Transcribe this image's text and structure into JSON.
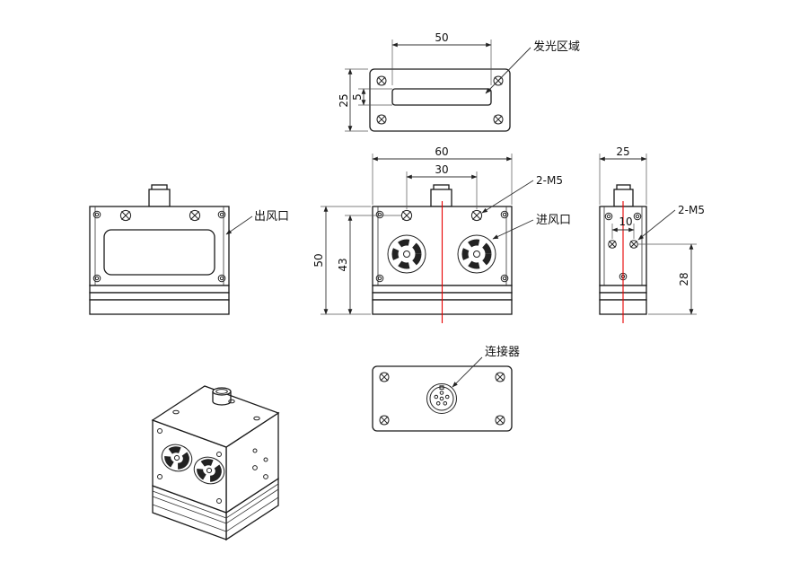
{
  "drawing": {
    "type": "mechanical-orthographic-drawing",
    "views": [
      "top",
      "front-left",
      "front",
      "side-right",
      "bottom",
      "isometric"
    ]
  },
  "labels": {
    "emitting_area": "发光区域",
    "air_outlet": "出风口",
    "air_inlet": "进风口",
    "connector": "连接器",
    "thread_front": "2-M5",
    "thread_side": "2-M5"
  },
  "dims": {
    "top_width": "50",
    "top_depth": "25",
    "top_emit_height": "5",
    "front_width": "60",
    "front_hole_span": "30",
    "front_height": "50",
    "front_hole_to_bottom": "43",
    "side_depth": "25",
    "side_hole_span": "10",
    "side_hole_to_bottom": "28"
  },
  "colors": {
    "emitting_area_fill": "#1607d8",
    "centerline": "#e80000",
    "outline": "#1a1a1a",
    "background": "#ffffff"
  }
}
